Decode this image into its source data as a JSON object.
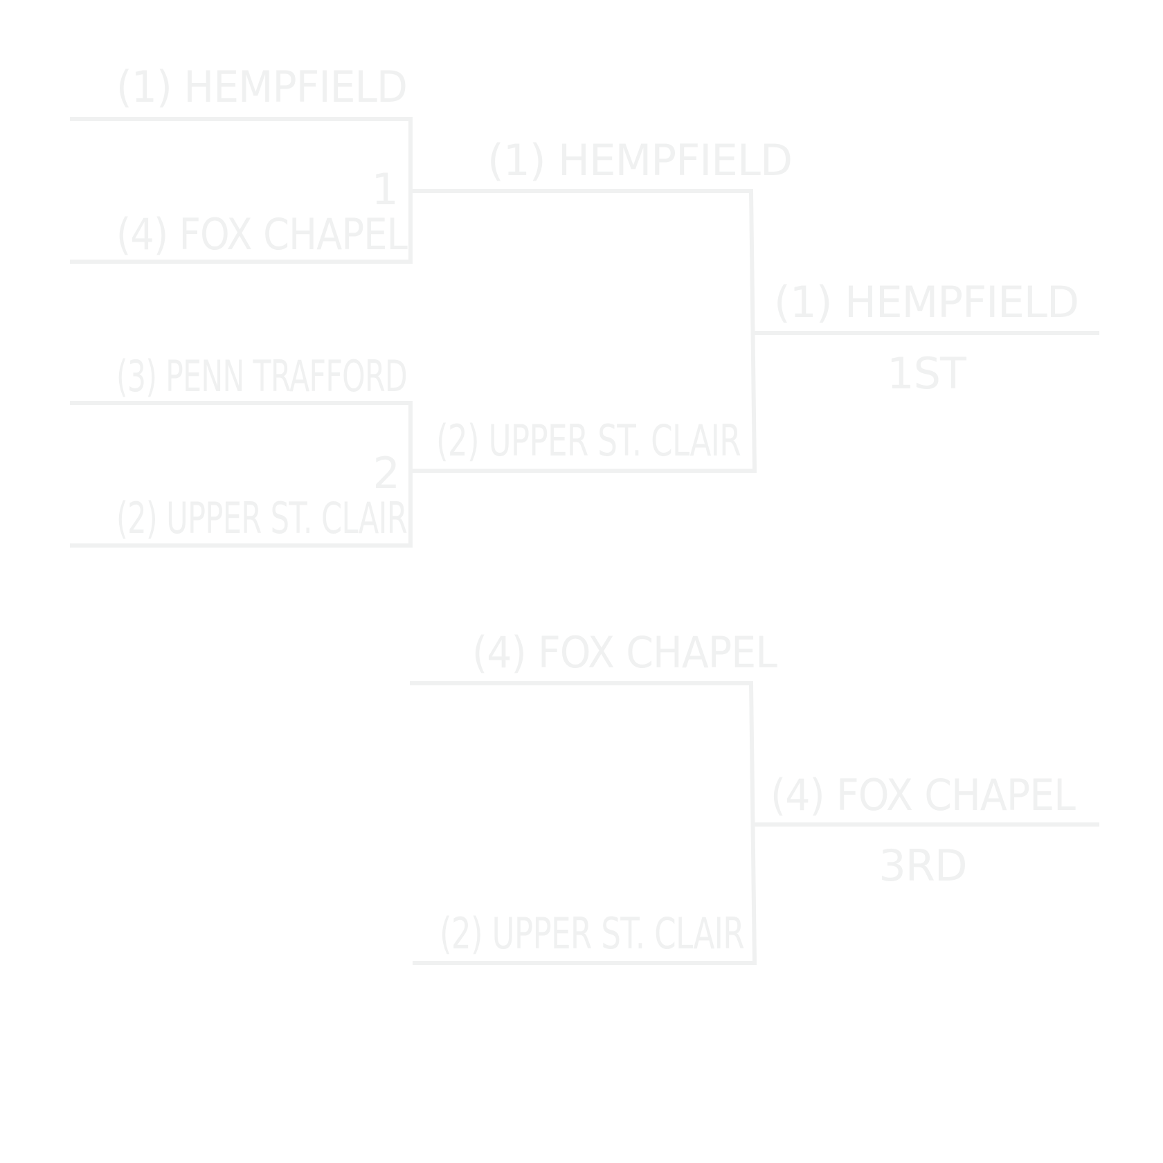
{
  "semifinals": [
    {
      "game_number": "1",
      "top_team": "(1) HEMPFIELD",
      "bottom_team": "(4) FOX CHAPEL"
    },
    {
      "game_number": "2",
      "top_team": "(3) PENN TRAFFORD",
      "bottom_team": "(2) UPPER ST. CLAIR"
    }
  ],
  "championship": {
    "top_team": "(1) HEMPFIELD",
    "bottom_team": "(2) UPPER ST. CLAIR",
    "winner": "(1) HEMPFIELD",
    "place_label": "1ST"
  },
  "third_place": {
    "top_team": "(4) FOX CHAPEL",
    "bottom_team": "(2) UPPER ST. CLAIR",
    "winner": "(4) FOX CHAPEL",
    "place_label": "3RD"
  },
  "colors": {
    "line": "#f0f1f1",
    "text": "#f0f1f1",
    "background": "#ffffff"
  }
}
